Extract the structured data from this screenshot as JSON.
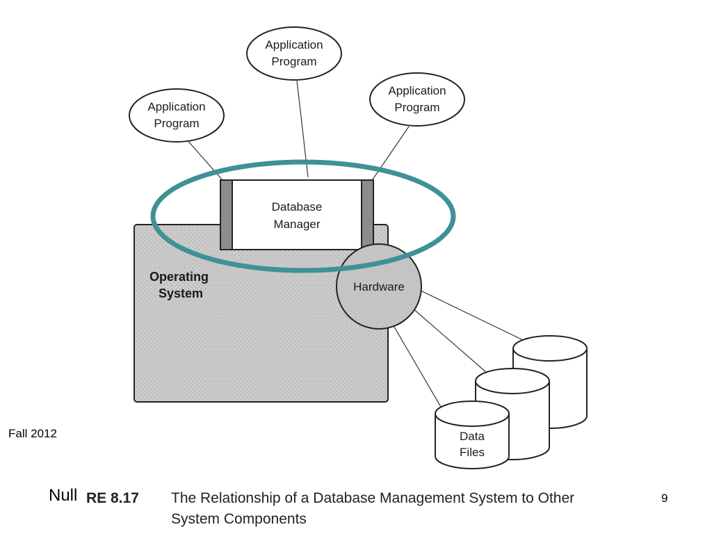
{
  "diagram": {
    "app_programs": [
      {
        "line1": "Application",
        "line2": "Program"
      },
      {
        "line1": "Application",
        "line2": "Program"
      },
      {
        "line1": "Application",
        "line2": "Program"
      }
    ],
    "database_manager": {
      "line1": "Database",
      "line2": "Manager"
    },
    "operating_system": {
      "line1": "Operating",
      "line2": "System"
    },
    "hardware": "Hardware",
    "data_files": {
      "line1": "Data",
      "line2": "Files"
    },
    "highlight_color": "#3f9196"
  },
  "footer": {
    "term": "Fall 2012",
    "author": "Null",
    "page_number": "9"
  },
  "caption": {
    "label": "RE 8.17",
    "line1": "The Relationship of a Database Management System to Other",
    "line2": "System Components"
  }
}
